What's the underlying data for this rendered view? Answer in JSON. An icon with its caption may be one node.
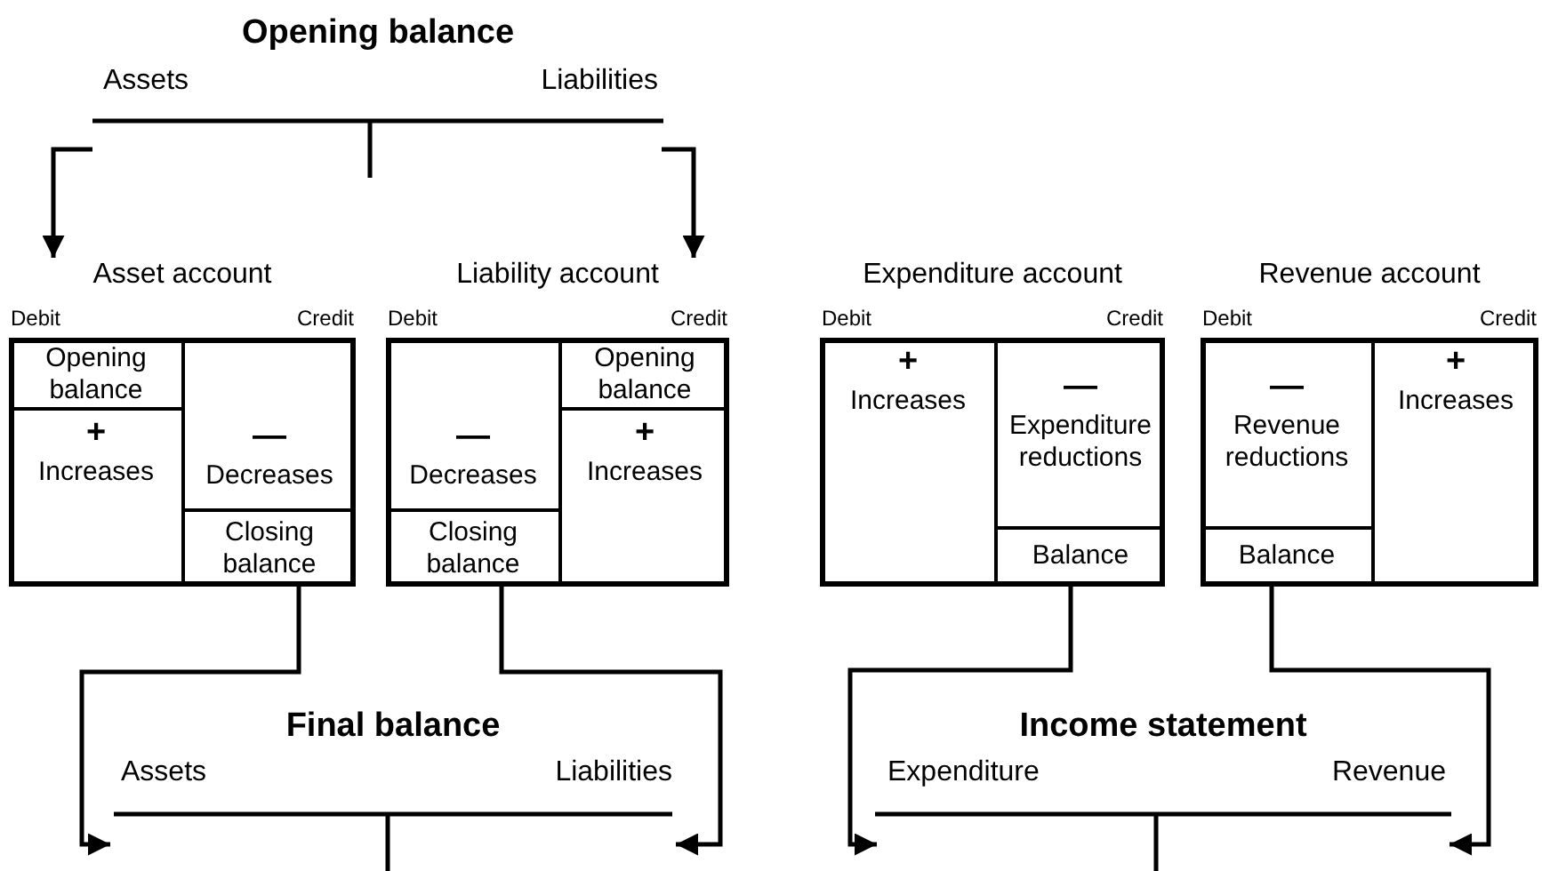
{
  "diagram": {
    "nodes": [
      {
        "text": [
          "Opening balance"
        ]
      },
      {
        "text": [
          "Assets"
        ],
        "in": 0
      },
      {
        "text": [
          "Liabilities"
        ],
        "in": 0
      },
      {
        "text": [
          "Asset account",
          "Debit",
          "Credit"
        ]
      },
      {
        "text": [
          "Opening balance"
        ],
        "in": 3
      },
      {
        "text": [
          "+",
          "Increases"
        ],
        "in": 3
      },
      {
        "text": [
          "—",
          "Decreases"
        ],
        "in": 3
      },
      {
        "text": [
          "Closing balance"
        ],
        "in": 3
      },
      {
        "text": [
          "Liability account",
          "Debit",
          "Credit"
        ]
      },
      {
        "text": [
          "—",
          "Decreases"
        ],
        "in": 8
      },
      {
        "text": [
          "Closing balance"
        ],
        "in": 8
      },
      {
        "text": [
          "Opening balance"
        ],
        "in": 8
      },
      {
        "text": [
          "+",
          "Increases"
        ],
        "in": 8
      },
      {
        "text": [
          "Expenditure account",
          "Debit",
          "Credit"
        ]
      },
      {
        "text": [
          "+",
          "Increases"
        ],
        "in": 13
      },
      {
        "text": [
          "—",
          "Expenditure reductions"
        ],
        "in": 13
      },
      {
        "text": [
          "Balance"
        ],
        "in": 13
      },
      {
        "text": [
          "Revenue account",
          "Debit",
          "Credit"
        ]
      },
      {
        "text": [
          "—",
          "Revenue reductions"
        ],
        "in": 17
      },
      {
        "text": [
          "Balance"
        ],
        "in": 17
      },
      {
        "text": [
          "+",
          "Increases"
        ],
        "in": 17
      },
      {
        "text": [
          "Final balance"
        ]
      },
      {
        "text": [
          "Assets"
        ],
        "in": 21
      },
      {
        "text": [
          "Liabilities"
        ],
        "in": 21
      },
      {
        "text": [
          "Income statement"
        ]
      },
      {
        "text": [
          "Expenditure"
        ],
        "in": 24
      },
      {
        "text": [
          "Revenue"
        ],
        "in": 24
      }
    ],
    "edges": [
      {
        "from": 1,
        "to": 3,
        "arrow": "to"
      },
      {
        "from": 2,
        "to": 8,
        "arrow": "to"
      },
      {
        "from": 7,
        "to": 22,
        "arrow": "to"
      },
      {
        "from": 10,
        "to": 23,
        "arrow": "to"
      },
      {
        "from": 16,
        "to": 25,
        "arrow": "to"
      },
      {
        "from": 19,
        "to": 26,
        "arrow": "to"
      }
    ]
  }
}
